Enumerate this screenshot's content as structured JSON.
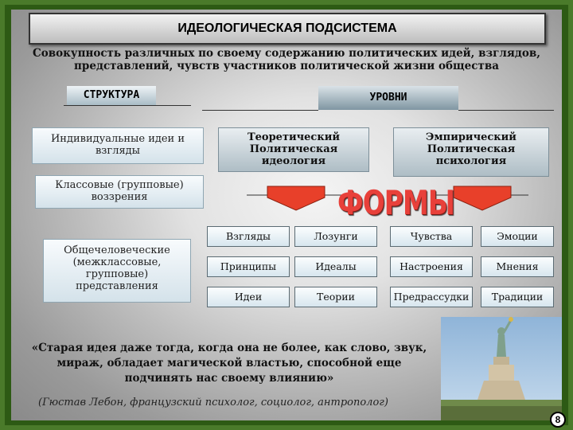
{
  "title": "ИДЕОЛОГИЧЕСКАЯ ПОДСИСТЕМА",
  "subtitle": "Совокупность различных по своему содержанию политических идей, взглядов, представлений, чувств участников политической жизни общества",
  "structure_label": "СТРУКТУРА",
  "levels_label": "УРОВНИ",
  "structure_items": [
    "Индивидуальные идеи и взгляды",
    "Классовые (групповые) воззрения",
    "Общечеловеческие (межклассовые, групповые) представления"
  ],
  "levels": [
    {
      "name": "Теоретический",
      "desc": "Политическая идеология"
    },
    {
      "name": "Эмпирический",
      "desc": "Политическая психология"
    }
  ],
  "forms_label": "ФОРМЫ",
  "forms": [
    [
      "Взгляды",
      "Лозунги",
      "Чувства",
      "Эмоции"
    ],
    [
      "Принципы",
      "Идеалы",
      "Настроения",
      "Мнения"
    ],
    [
      "Идеи",
      "Теории",
      "Предрассудки",
      "Традиции"
    ]
  ],
  "quote": "«Старая идея даже тогда, когда она не более, как слово, звук, мираж, обладает магической властью, способной еще подчинять нас своему влиянию»",
  "author": "(Гюстав Лебон, французский психолог, социолог, антрополог)",
  "page_number": "8",
  "colors": {
    "frame": "#2d5a14",
    "forms_accent": "#e8403a",
    "arrow": "#e8402a"
  },
  "icons": [
    "statue-of-liberty-photo"
  ]
}
